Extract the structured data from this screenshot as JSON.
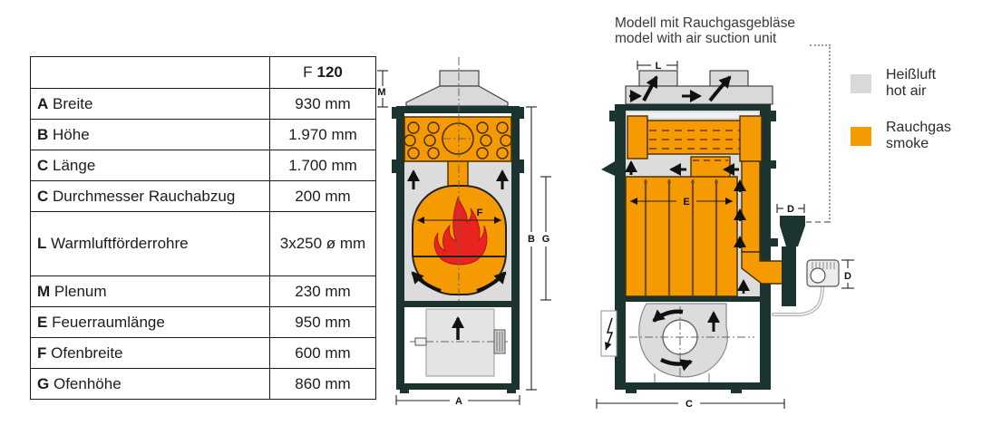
{
  "table": {
    "model_header": {
      "prefix": "F",
      "number": "120"
    },
    "rows": [
      {
        "key": "A",
        "label": "Breite",
        "value": "930 mm"
      },
      {
        "key": "B",
        "label": "Höhe",
        "value": "1.970 mm"
      },
      {
        "key": "C",
        "label": "Länge",
        "value": "1.700 mm"
      },
      {
        "key": "C",
        "label": "Durchmesser Rauchabzug",
        "value": "200 mm"
      },
      {
        "key": "L",
        "label": "Warmluftförderrohre",
        "value": "3x250 ø mm"
      },
      {
        "key": "M",
        "label": "Plenum",
        "value": "230 mm"
      },
      {
        "key": "E",
        "label": "Feuerraumlänge",
        "value": "950 mm"
      },
      {
        "key": "F",
        "label": "Ofenbreite",
        "value": "600 mm"
      },
      {
        "key": "G",
        "label": "Ofenhöhe",
        "value": "860 mm"
      }
    ]
  },
  "annotation": {
    "title_de": "Modell mit Rauchgasgebläse",
    "title_en": "model with air suction unit"
  },
  "legend": {
    "hot_air": {
      "label_de": "Heißluft",
      "label_en": "hot air",
      "color": "#D9D9D9"
    },
    "smoke": {
      "label_de": "Rauchgas",
      "label_en": "smoke",
      "color": "#F59A00"
    }
  },
  "dims": {
    "A": "A",
    "B": "B",
    "C": "C",
    "D": "D",
    "E": "E",
    "F": "F",
    "G": "G",
    "L": "L",
    "M": "M"
  },
  "colors": {
    "smoke_orange": "#F59A00",
    "hot_air_gray": "#D9D9D9",
    "frame_dark": "#1B3430",
    "flame_red": "#E8241E"
  }
}
